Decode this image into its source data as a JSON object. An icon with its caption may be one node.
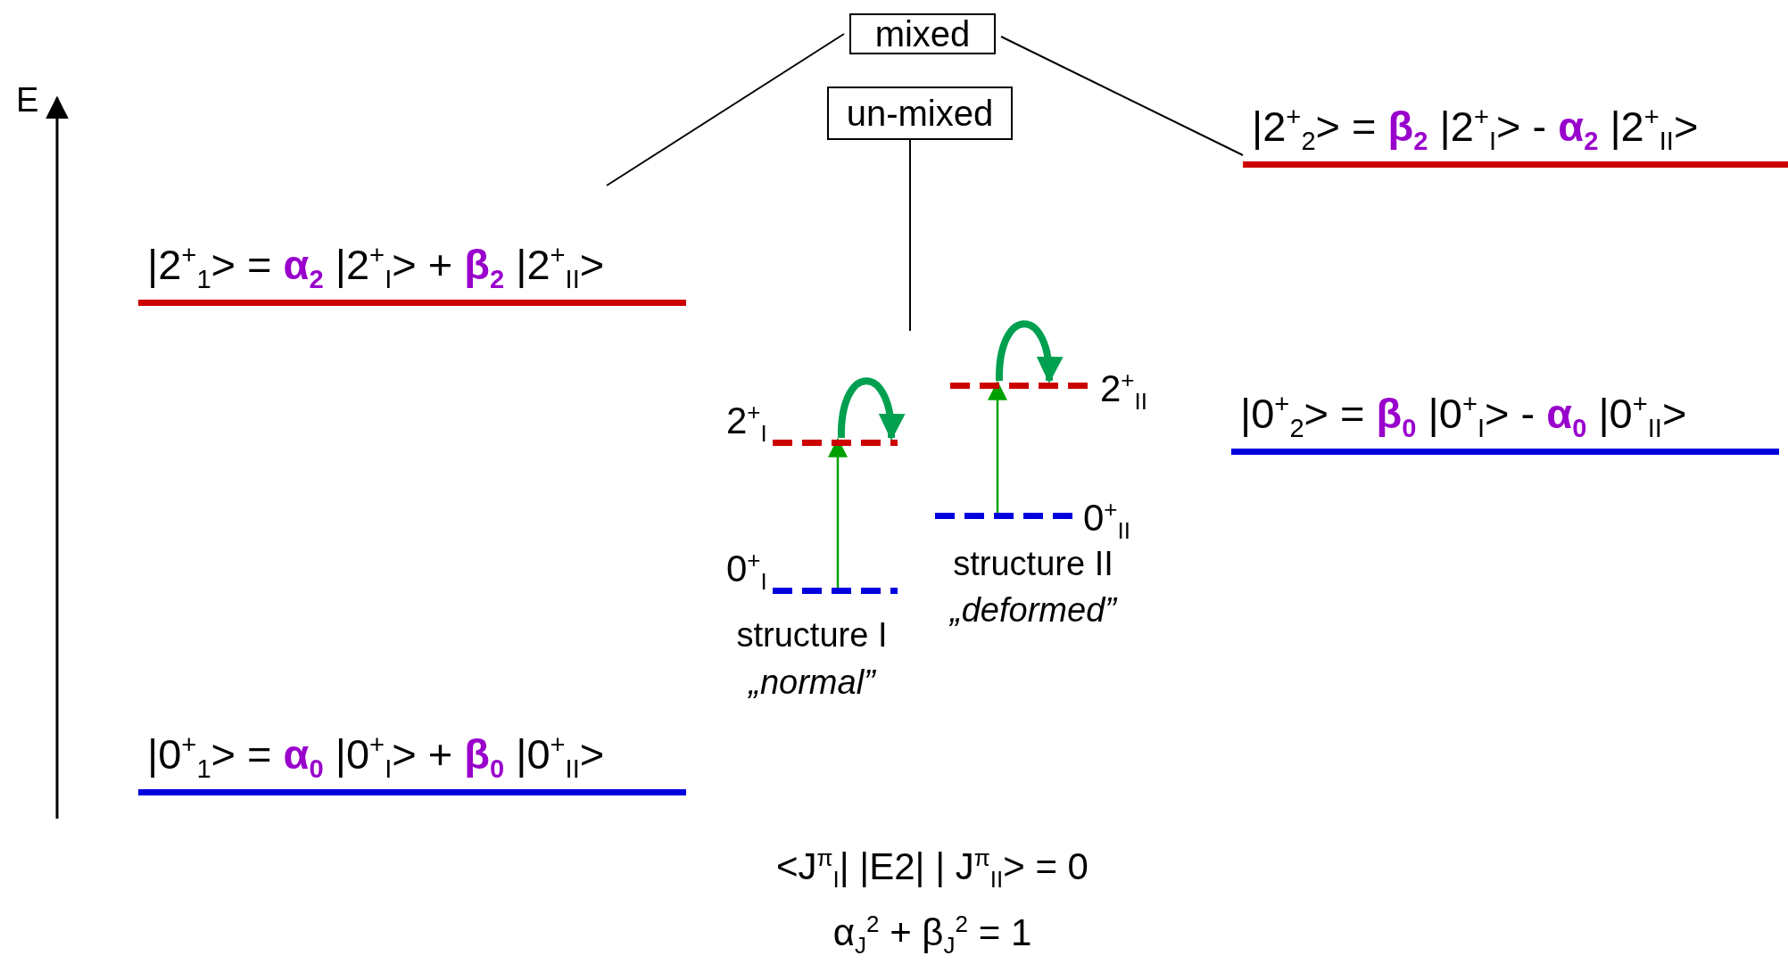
{
  "diagram": {
    "nodes": [
      {
        "text": [
          "mixed"
        ]
      },
      {
        "text": [
          "un-mixed"
        ]
      },
      {
        "text": [
          "|2$^{+}$$_{1}$> = **α$_{2}$** |2$^{+}$$_{I}$> + **β$_{2}$** |2$^{+}$$_{II}$>"
        ]
      },
      {
        "text": [
          "|2$^{+}$$_{2}$> = **β$_{2}$** |2$^{+}$$_{I}$> - **α$_{2}$** |2$^{+}$$_{II}$>"
        ]
      },
      {
        "text": [
          "|0$^{+}$$_{2}$> = **β$_{0}$** |0$^{+}$$_{I}$> -  **α$_{0}$** |0$^{+}$$_{II}$>"
        ]
      },
      {
        "text": [
          "|0$^{+}$$_{1}$> = **α$_{0}$** |0$^{+}$$_{I}$> + **β$_{0}$** |0$^{+}$$_{II}$>"
        ]
      },
      {
        "text": [
          "2$^{+}$$_{I}$"
        ]
      },
      {
        "text": [
          "0$^{+}$$_{I}$"
        ]
      },
      {
        "text": [
          "2$^{+}$$_{II}$"
        ]
      },
      {
        "text": [
          "0$^{+}$$_{II}$"
        ]
      }
    ],
    "edges": [
      {
        "from": 0,
        "to": 2,
        "arrow": "none"
      },
      {
        "from": 0,
        "to": 3,
        "arrow": "none"
      },
      {
        "from": 1,
        "to": null,
        "arrow": "none"
      },
      {
        "from": 7,
        "to": 6,
        "arrow": "to",
        "color": "#00a000"
      },
      {
        "from": 9,
        "to": 8,
        "arrow": "to",
        "color": "#00a000"
      },
      {
        "from": 6,
        "to": 6,
        "arrow": "to",
        "style": "thick",
        "color": "#00a050"
      },
      {
        "from": 8,
        "to": 8,
        "arrow": "to",
        "style": "thick",
        "color": "#00a050"
      }
    ],
    "labels": [
      "E",
      "structure I",
      "„normal”",
      "structure II",
      "„deformed”",
      "<J$^{π}$$_{I}$| |E2| | J$^{π}$$_{II}$> = 0",
      "α$_{J}$$^{2}$  + β$_{J}$$^{2}$  = 1"
    ]
  }
}
